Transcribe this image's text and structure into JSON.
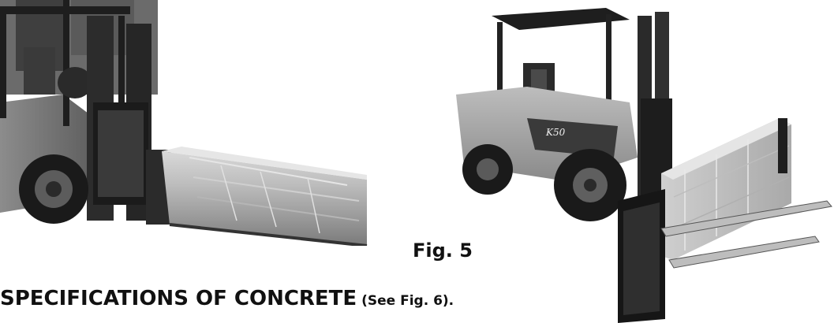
{
  "figure": {
    "label": "Fig. 5"
  },
  "section": {
    "heading": "SPECIFICATIONS OF CONCRETE",
    "reference": " (See Fig. 6)."
  },
  "photos": {
    "right_model_badge": "K50"
  }
}
